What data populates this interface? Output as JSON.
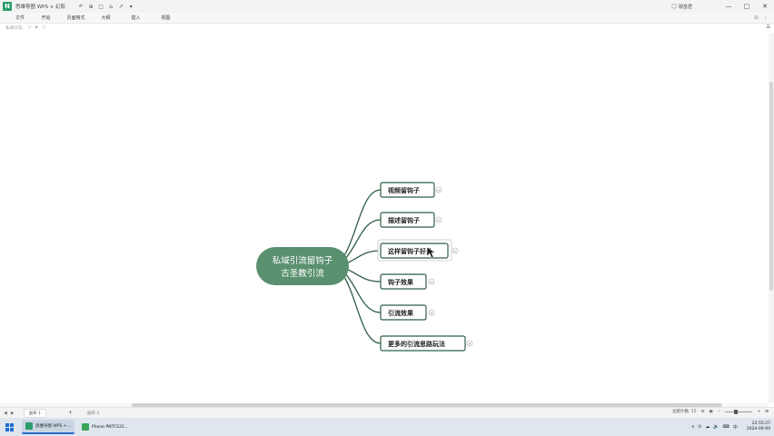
{
  "titlebar": {
    "app_logo": "N",
    "doc_title": "思维导图 WPS + 幻影",
    "quick_actions": [
      "↶",
      "⊕",
      "▢",
      "⌂",
      "↗",
      "▾"
    ],
    "user": "碳基君",
    "controls": [
      "—",
      "□",
      "✕"
    ]
  },
  "menu": {
    "items": [
      "文件",
      "开始",
      "页面格式",
      "大纲",
      "插入",
      "视图"
    ],
    "right_icons": [
      "⊙",
      "⋮"
    ]
  },
  "tabrow": {
    "items": [
      "私域引流..",
      "◇",
      "◈",
      "▢"
    ],
    "side_toggle": "☰"
  },
  "mindmap": {
    "root": {
      "line1": "私域引流留钩子",
      "line2": "古圣教引流",
      "fill": "#5a9070"
    },
    "children": [
      {
        "label": "视频留钩子"
      },
      {
        "label": "描述留钩子"
      },
      {
        "label": "这样留钩子好处"
      },
      {
        "label": "钩子效果"
      },
      {
        "label": "引流效果"
      },
      {
        "label": "更多的引流思路玩法"
      }
    ],
    "branch_color": "#2f5d44",
    "node_border": "#2f5d44",
    "add_symbol": "+"
  },
  "statusbar": {
    "nav": [
      "◀",
      "▶"
    ],
    "sheet": "画布 1",
    "add": "+",
    "sheet2": "画布 1",
    "topic_count": "主题计数: 15",
    "icons": [
      "⊟",
      "▣",
      "⊞"
    ],
    "zoom_percent": 40
  },
  "taskbar": {
    "tasks": [
      {
        "label": "思维导图 WPS +...",
        "color": "#2b9e6b"
      },
      {
        "label": "Phone-PNTCS31...",
        "color": "#3aa757"
      }
    ],
    "tray_icons": [
      "ʌ",
      "⊙",
      "☁",
      "🔊",
      "⌨",
      "中"
    ],
    "time": "22:55:27",
    "date": "2024-09-09"
  }
}
